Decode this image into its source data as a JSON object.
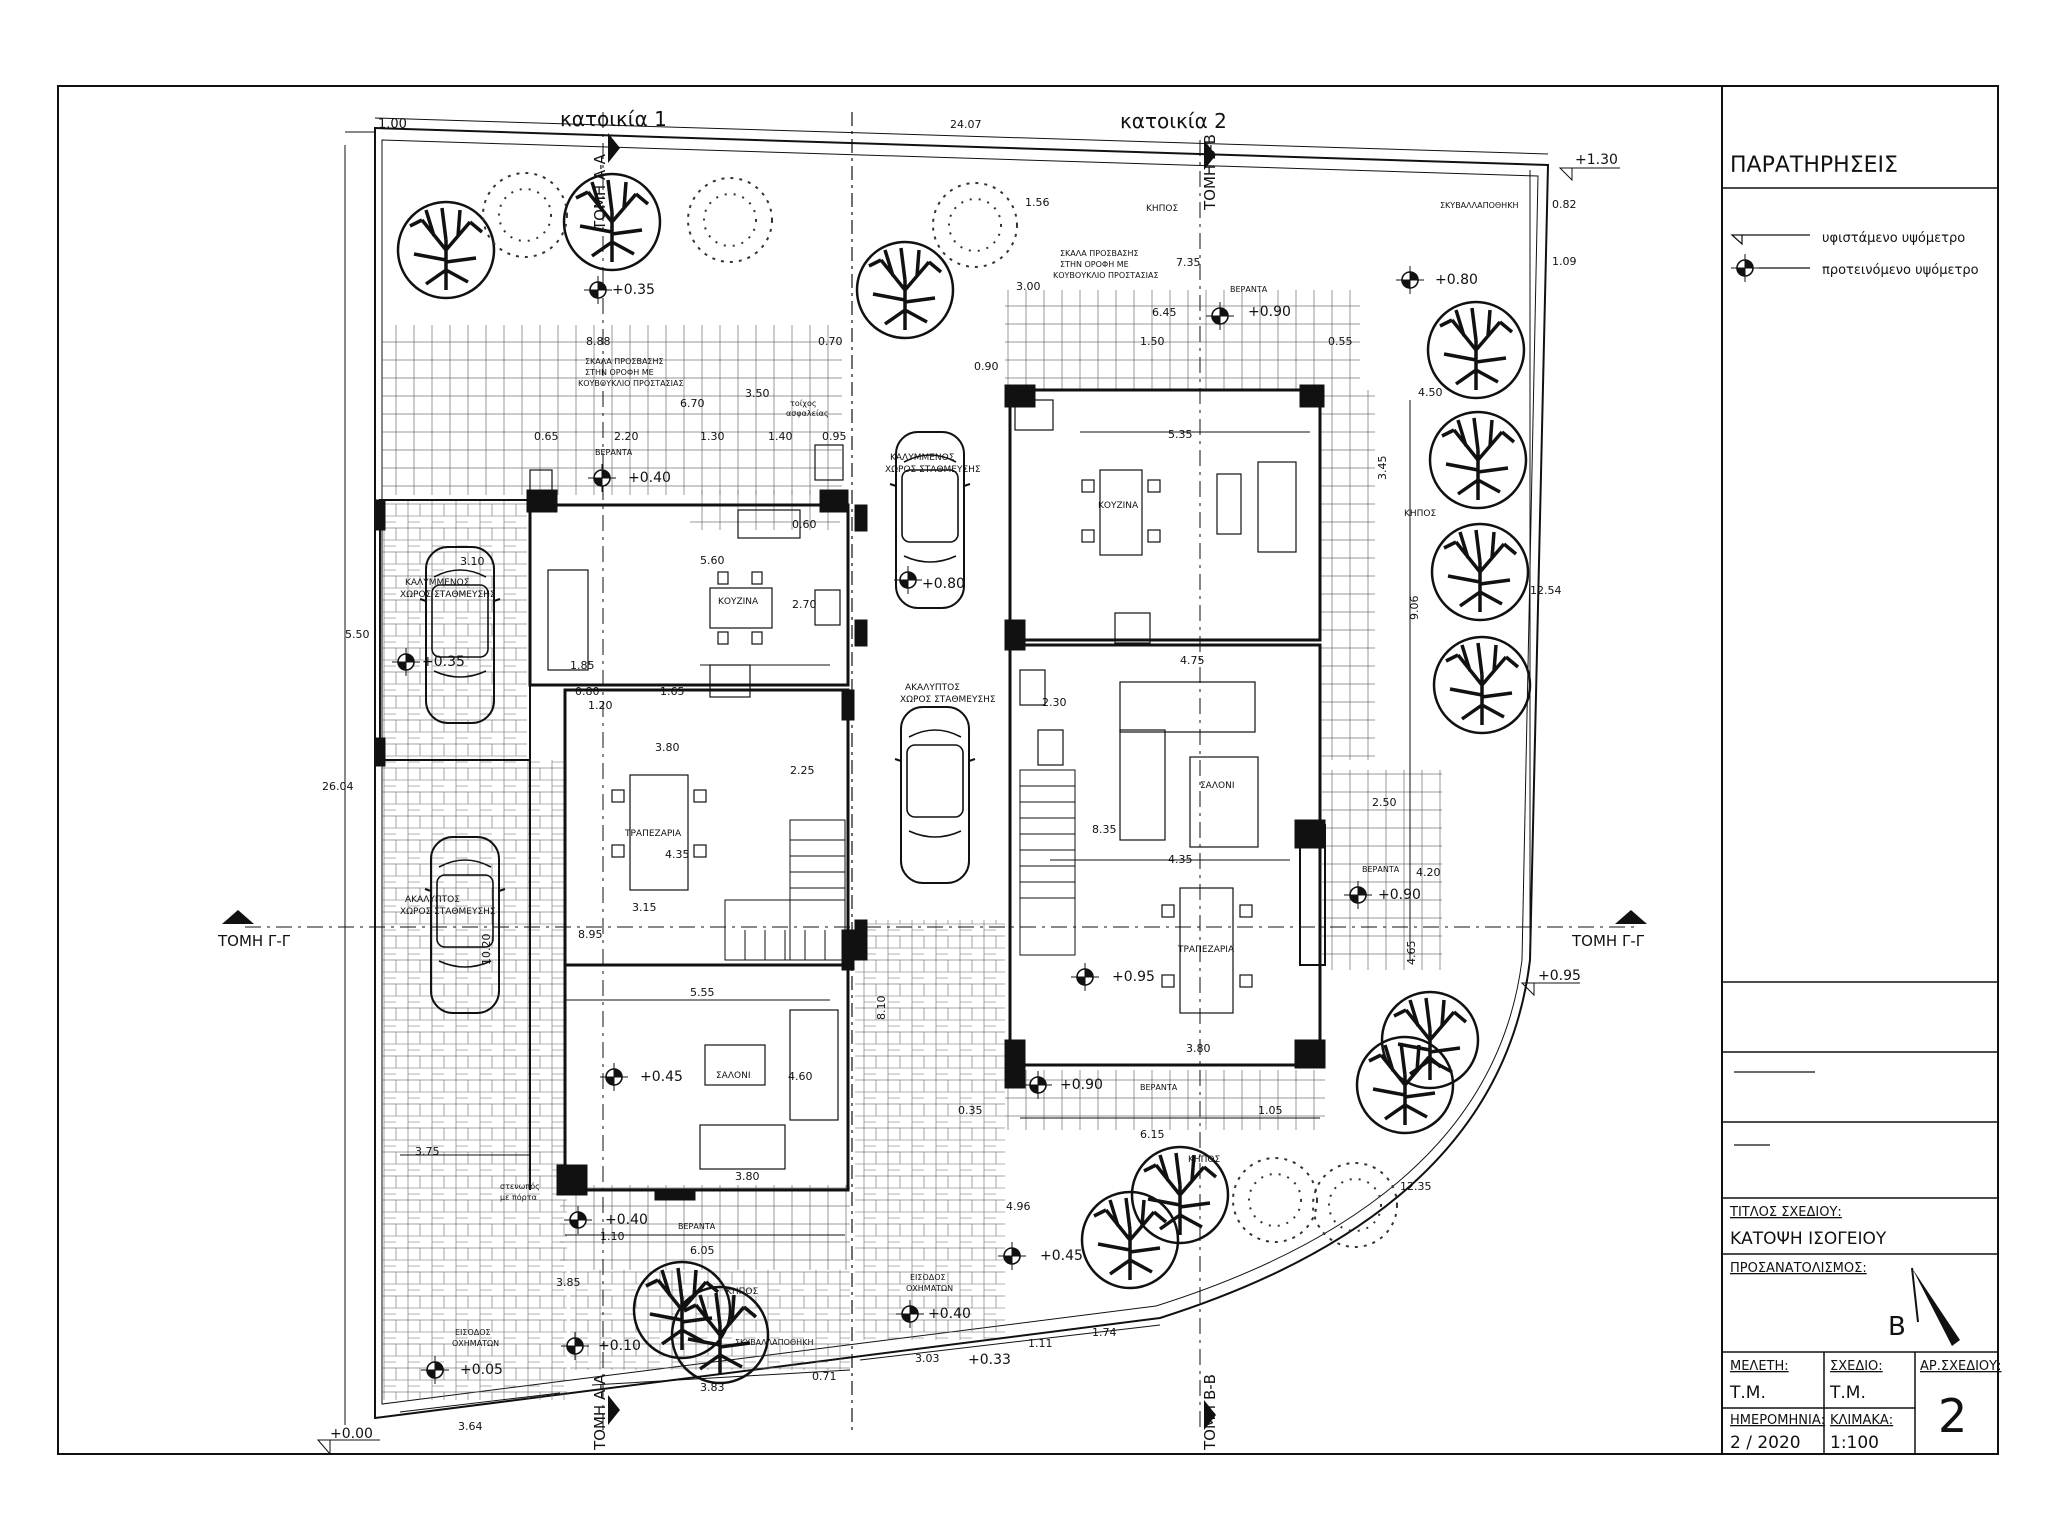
{
  "houses": {
    "house1": "κατοικία 1",
    "house2": "κατοικία 2"
  },
  "titleblock": {
    "remarks_title": "ΠΑΡΑΤΗΡΗΣΕΙΣ",
    "legend": [
      {
        "symbol": "existing-level-icon",
        "label": "υφιστάμενο υψόμετρο"
      },
      {
        "symbol": "proposed-level-icon",
        "label": "προτεινόμενο υψόμετρο"
      }
    ],
    "drawing_title_label": "ΤΙΤΛΟΣ ΣΧΕΔΙΟΥ:",
    "drawing_title": "ΚΑΤΟΨΗ ΙΣΟΓΕΙΟΥ",
    "orientation_label": "ΠΡΟΣΑΝΑΤΟΛΙΣΜΟΣ:",
    "north_letter": "Β",
    "study_label": "ΜΕΛΕΤΗ:",
    "study_value": "Τ.Μ.",
    "design_label": "ΣΧΕΔΙΟ:",
    "design_value": "Τ.Μ.",
    "sheet_label": "ΑΡ.ΣΧΕΔΙΟΥ:",
    "sheet_value": "2",
    "date_label": "ΗΜΕΡΟΜΗΝΙΑ:",
    "date_value": "2 / 2020",
    "scale_label": "ΚΛΙΜΑΚΑ:",
    "scale_value": "1:100"
  },
  "sections": {
    "gg_left": "ΤΟΜΗ Γ-Γ",
    "gg_right": "ΤΟΜΗ Γ-Γ",
    "aa_top": "ΤΟΜΗ Α-Α",
    "aa_bottom": "ΤΟΜΗ Α-Α",
    "bb_top": "ΤΟΜΗ Β-Β",
    "bb_bottom": "ΤΟΜΗ Β-Β"
  },
  "rooms": {
    "kitchen1": "ΚΟΥΖΙΝΑ",
    "dining1": "ΤΡΑΠΕΖΑΡΙΑ",
    "living1": "ΣΑΛΟΝΙ",
    "kitchen2": "ΚΟΥΖΙΝΑ",
    "living2": "ΣΑΛΟΝΙ",
    "dining2": "ΤΡΑΠΕΖΑΡΙΑ",
    "garden_top": "ΚΗΠΟΣ",
    "garden_right": "ΚΗΠΟΣ",
    "garden_mid": "ΚΗΠΟΣ",
    "garden_bottom": "ΚΗΠΟΣ",
    "veranda_top2": "ΒΕΡΑΝΤΑ",
    "veranda_right2": "ΒΕΡΑΝΤΑ",
    "veranda_bottom2": "ΒΕΡΑΝΤΑ",
    "veranda_bottom1": "ΒΕΡΑΝΤΑ",
    "veranda_top1": "ΒΕΡΑΝΤΑ",
    "bin_top": "ΣΚΥΒΑΛΛΑΠΟΘΗΚΗ",
    "bin_bottom": "ΣΚΥΒΑΛΛΑΠΟΘΗΚΗ",
    "wall_note": "τοίχος",
    "wall_note2": "ασφαλείας",
    "stair_note1a": "ΣΚΑΛΑ ΠΡΟΣΒΑΣΗΣ",
    "stair_note1b": "ΣΤΗΝ ΟΡΟΦΗ ΜΕ",
    "stair_note1c": "ΚΟΥΒΟΥΚΛΙΟ ΠΡΟΣΤΑΣΙΑΣ",
    "stair_note2a": "ΣΚΑΛΑ ΠΡΟΣΒΑΣΗΣ",
    "stair_note2b": "ΣΤΗΝ ΟΡΟΦΗ ΜΕ",
    "stair_note2c": "ΚΟΥΒΟΥΚΛΙΟ ΠΡΟΣΤΑΣΙΑΣ",
    "parking1a": "ΚΑΛΥΜΜΕΝΟΣ",
    "parking1b": "ΧΩΡΟΣ ΣΤΑΘΜΕΥΣΗΣ",
    "parking2a": "ΑΚΑΛΥΠΤΟΣ",
    "parking2b": "ΧΩΡΟΣ ΣΤΑΘΜΕΥΣΗΣ",
    "parking3a": "ΚΑΛΥΜΜΕΝΟΣ",
    "parking3b": "ΧΩΡΟΣ ΣΤΑΘΜΕΥΣΗΣ",
    "parking4a": "ΑΚΑΛΥΠΤΟΣ",
    "parking4b": "ΧΩΡΟΣ ΣΤΑΘΜΕΥΣΗΣ",
    "entry1a": "ΕΙΣΟΔΟΣ",
    "entry1b": "ΟΧΗΜΑΤΩΝ",
    "entry2a": "ΕΙΣΟΔΟΣ",
    "entry2b": "ΟΧΗΜΑΤΩΝ",
    "narrow_a": "στενωπός",
    "narrow_b": "με πόρτα"
  },
  "levels": {
    "l000": "+0.00",
    "l130": "+1.30",
    "l035": "+0.35",
    "l040a": "+0.40",
    "l035b": "+0.35",
    "l080a": "+0.80",
    "l080b": "+0.80",
    "l090a": "+0.90",
    "l090b": "+0.90",
    "l090c": "+0.90",
    "l095a": "+0.95",
    "l095b": "+0.95",
    "l045a": "+0.45",
    "l045b": "+0.45",
    "l040b": "+0.40",
    "l040c": "+0.40",
    "l010": "+0.10",
    "l005": "+0.05",
    "l033": "+0.33"
  },
  "dims": {
    "d100": "1.00",
    "d2407": "24.07",
    "d2604": "26.04",
    "d550": "5.50",
    "d888": "8.88",
    "d070": "0.70",
    "d670": "6.70",
    "d350": "3.50",
    "d065": "0.65",
    "d220": "2.20",
    "d130": "1.30",
    "d140": "1.40",
    "d095": "0.95",
    "d560": "5.60",
    "d270": "2.70",
    "d060": "0.60",
    "d185": "1.85",
    "d080": "0.80",
    "d165": "1.65",
    "d120": "1.20",
    "d380a": "3.80",
    "d225": "2.25",
    "d435a": "4.35",
    "d315": "3.15",
    "d895": "8.95",
    "d555": "5.55",
    "d460": "4.60",
    "d380b": "3.80",
    "d375": "3.75",
    "d310": "3.10",
    "d1020": "10.20",
    "d605": "6.05",
    "d110": "1.10",
    "d385": "3.85",
    "d383": "3.83",
    "d364": "3.64",
    "d071": "0.71",
    "d303": "3.03",
    "d111": "1.11",
    "d174": "1.74",
    "d156": "1.56",
    "d735": "7.35",
    "d300": "3.00",
    "d645": "6.45",
    "d150": "1.50",
    "d055": "0.55",
    "d090": "0.90",
    "d535": "5.35",
    "d450": "4.50",
    "d345": "3.45",
    "d906": "9.06",
    "d1254": "12.54",
    "d475": "4.75",
    "d230": "2.30",
    "d835": "8.35",
    "d435b": "4.35",
    "d250": "2.50",
    "d420": "4.20",
    "d465": "4.65",
    "d810": "8.10",
    "d380c": "3.80",
    "d615": "6.15",
    "d1235": "12.35",
    "d496": "4.96",
    "d082": "0.82",
    "d109": "1.09",
    "d035": "0.35",
    "d105": "1.05"
  }
}
